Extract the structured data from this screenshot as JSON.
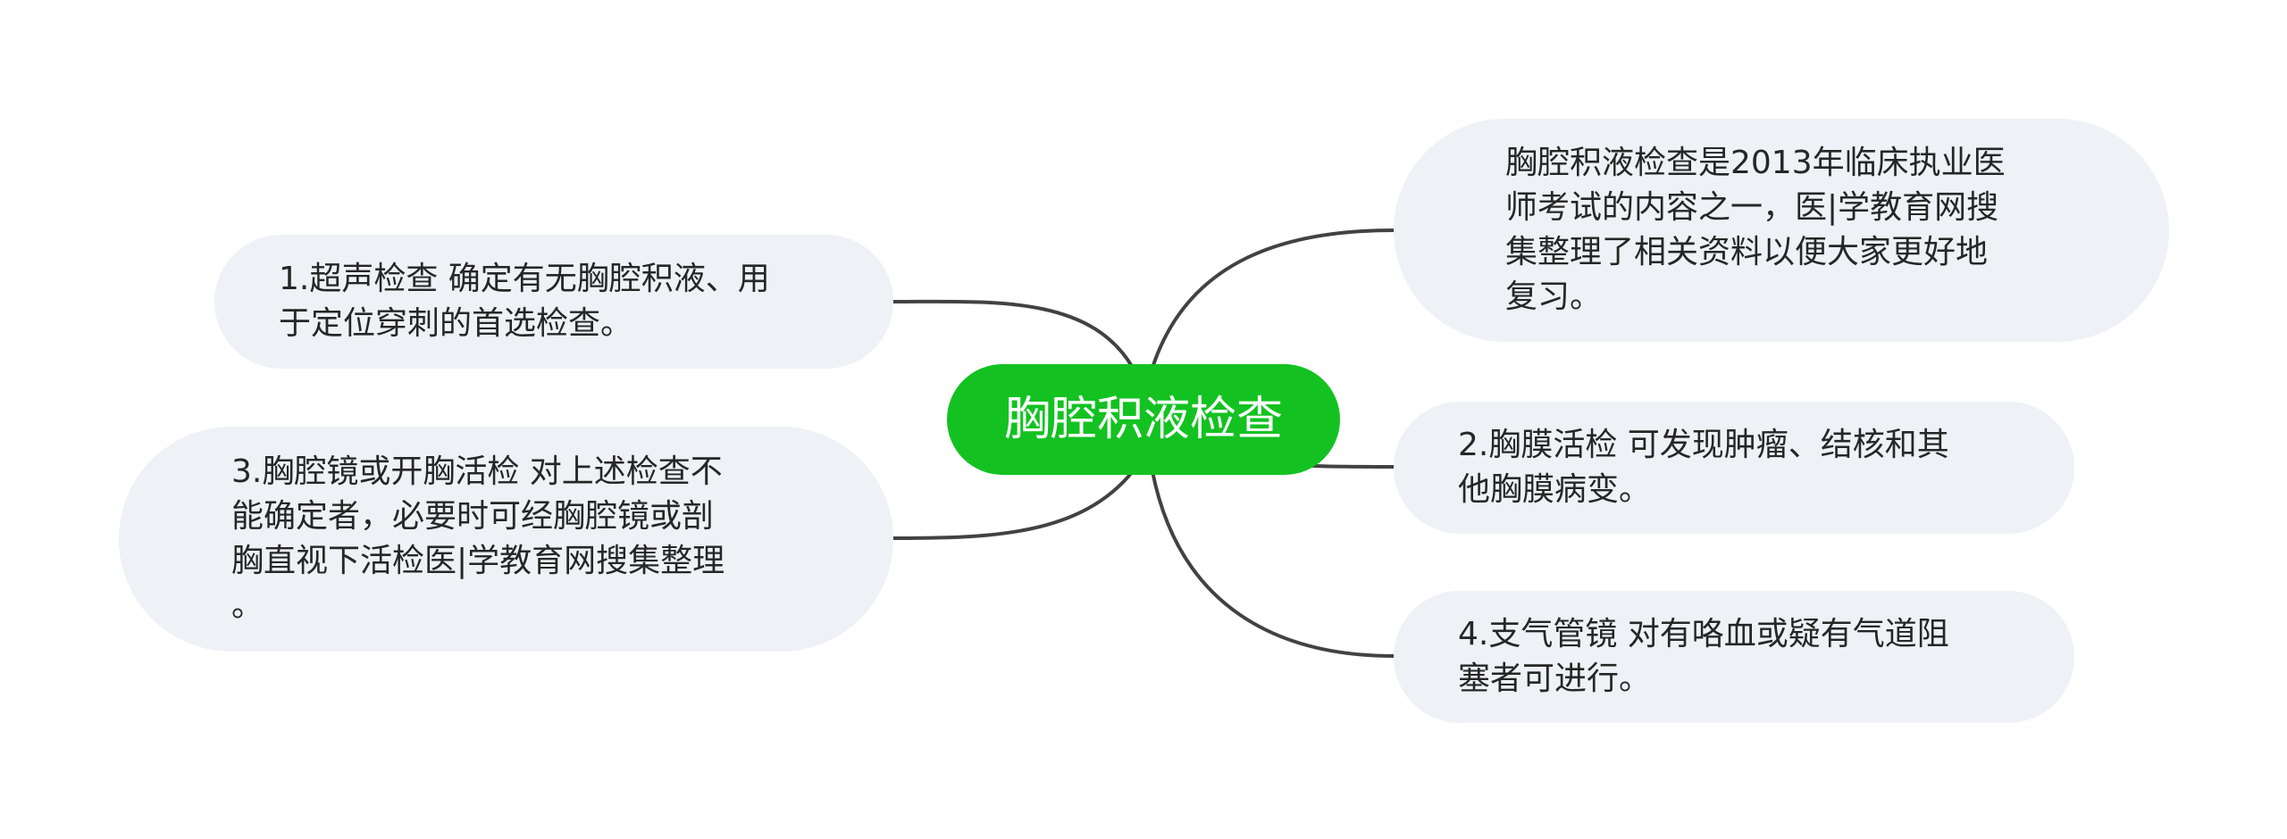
{
  "mindmap": {
    "central": "胸腔积液检查",
    "nodes": {
      "intro": "胸腔积液检查是2013年临床执业医\n师考试的内容之一，医|学教育网搜\n集整理了相关资料以便大家更好地\n复习。",
      "ultrasound": "1.超声检查 确定有无胸腔积液、用\n于定位穿刺的首选检查。",
      "thoracoscopy": "3.胸腔镜或开胸活检 对上述检查不\n能确定者，必要时可经胸腔镜或剖\n胸直视下活检医|学教育网搜集整理\n。",
      "pleural_biopsy": "2.胸膜活检 可发现肿瘤、结核和其\n他胸膜病变。",
      "bronchoscopy": "4.支气管镜 对有咯血或疑有气道阻\n塞者可进行。"
    }
  },
  "colors": {
    "central_fill": "#13c221",
    "node_fill": "#eef1f5",
    "link": "#424242"
  }
}
